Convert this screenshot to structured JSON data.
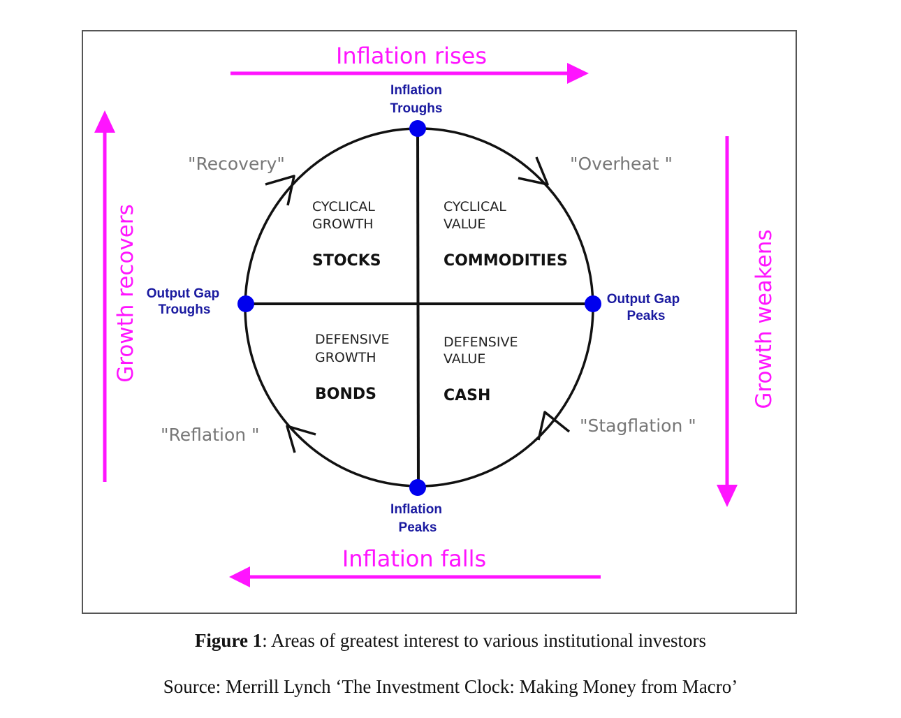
{
  "colors": {
    "magenta": "#ff14ff",
    "navy": "#1a1aa0",
    "dot": "#0000ee",
    "gray": "#777777",
    "black": "#111111"
  },
  "arrows": {
    "top": "Inflation rises",
    "bottom": "Inflation falls",
    "left": "Growth recovers",
    "right": "Growth weakens"
  },
  "points": {
    "top_line1": "Inflation",
    "top_line2": "Troughs",
    "bottom_line1": "Inflation",
    "bottom_line2": "Peaks",
    "left_line1": "Output Gap",
    "left_line2": "Troughs",
    "right_line1": "Output Gap",
    "right_line2": "Peaks"
  },
  "phases": {
    "recovery": "\"Recovery\"",
    "overheat": "\"Overheat \"",
    "reflation": "\"Reflation \"",
    "stagflation": "\"Stagflation \""
  },
  "quadrants": {
    "top_left": {
      "line1": "CYCLICAL",
      "line2": "GROWTH",
      "asset": "STOCKS"
    },
    "top_right": {
      "line1": "CYCLICAL",
      "line2": "VALUE",
      "asset": "COMMODITIES"
    },
    "bottom_left": {
      "line1": "DEFENSIVE",
      "line2": "GROWTH",
      "asset": "BONDS"
    },
    "bottom_right": {
      "line1": "DEFENSIVE",
      "line2": "VALUE",
      "asset": "CASH"
    }
  },
  "caption": {
    "figure_label": "Figure 1",
    "figure_text": ": Areas of greatest interest to various  institutional  investors",
    "source": "Source:  Merrill  Lynch  ‘The  Investment  Clock:  Making  Money  from  Macro’"
  }
}
